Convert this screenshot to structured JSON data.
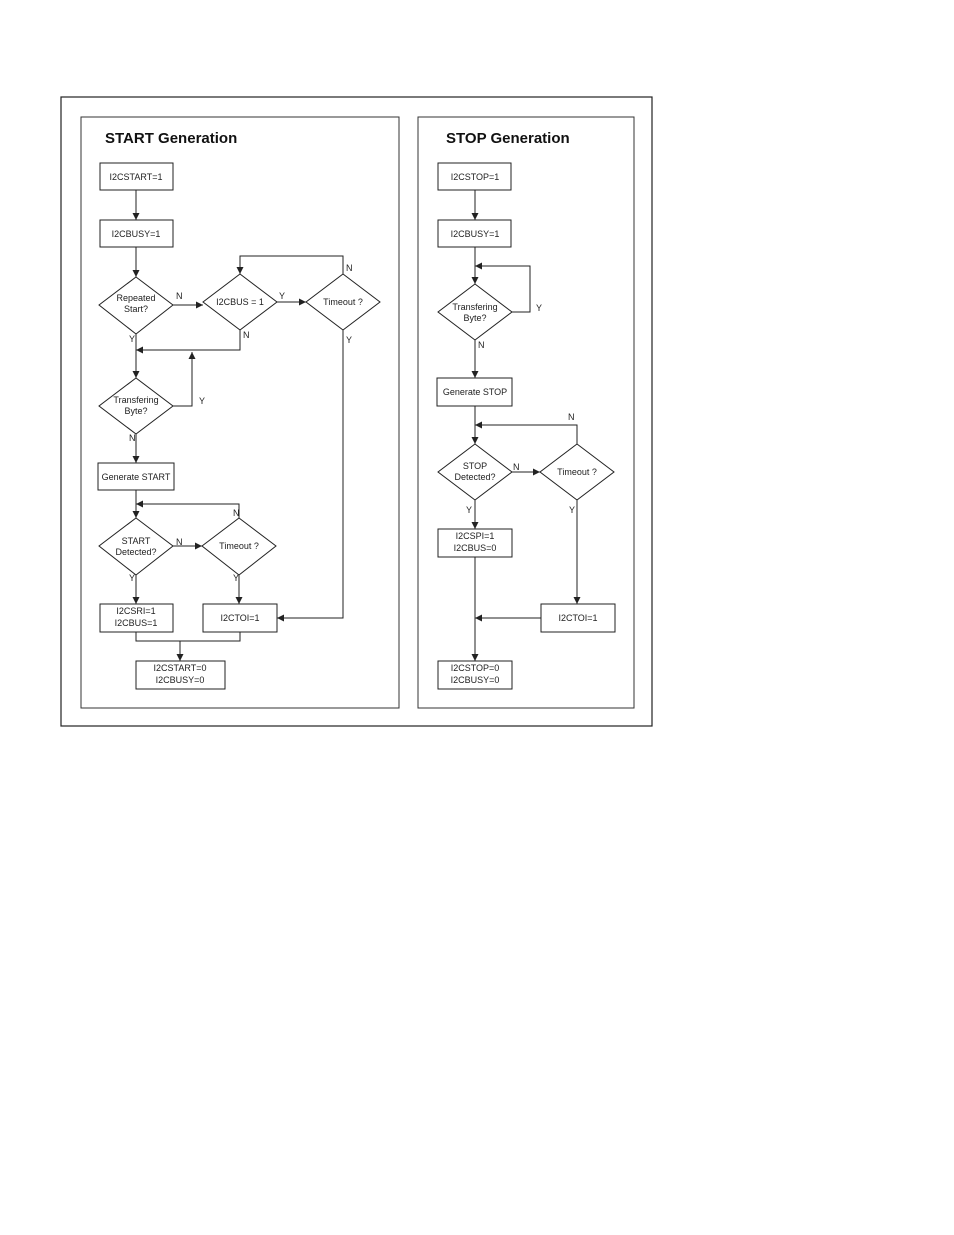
{
  "panels": {
    "start": {
      "title": "START Generation",
      "nodes": {
        "i2cstart": [
          "I2CSTART=1"
        ],
        "i2cbusy": [
          "I2CBUSY=1"
        ],
        "repeated": [
          "Repeated",
          "Start?"
        ],
        "busone": [
          "I2CBUS = 1"
        ],
        "timeout1": [
          "Timeout ?"
        ],
        "transfer": [
          "Transfering",
          "Byte?"
        ],
        "genstart": [
          "Generate START"
        ],
        "detected": [
          "START",
          "Detected?"
        ],
        "timeout2": [
          "Timeout ?"
        ],
        "i2csri": [
          "I2CSRI=1",
          "I2CBUS=1"
        ],
        "i2ctoi": [
          "I2CTOI=1"
        ],
        "final": [
          "I2CSTART=0",
          "I2CBUSY=0"
        ]
      }
    },
    "stop": {
      "title": "STOP Generation",
      "nodes": {
        "i2cstop": [
          "I2CSTOP=1"
        ],
        "i2cbusy": [
          "I2CBUSY=1"
        ],
        "transfer": [
          "Transfering",
          "Byte?"
        ],
        "genstop": [
          "Generate STOP"
        ],
        "detected": [
          "STOP",
          "Detected?"
        ],
        "timeout": [
          "Timeout ?"
        ],
        "i2cspi": [
          "I2CSPI=1",
          "I2CBUS=0"
        ],
        "i2ctoi": [
          "I2CTOI=1"
        ],
        "final": [
          "I2CSTOP=0",
          "I2CBUSY=0"
        ]
      }
    }
  },
  "labels": {
    "yes": "Y",
    "no": "N"
  },
  "colors": {
    "line": "#222222",
    "background": "#ffffff"
  }
}
